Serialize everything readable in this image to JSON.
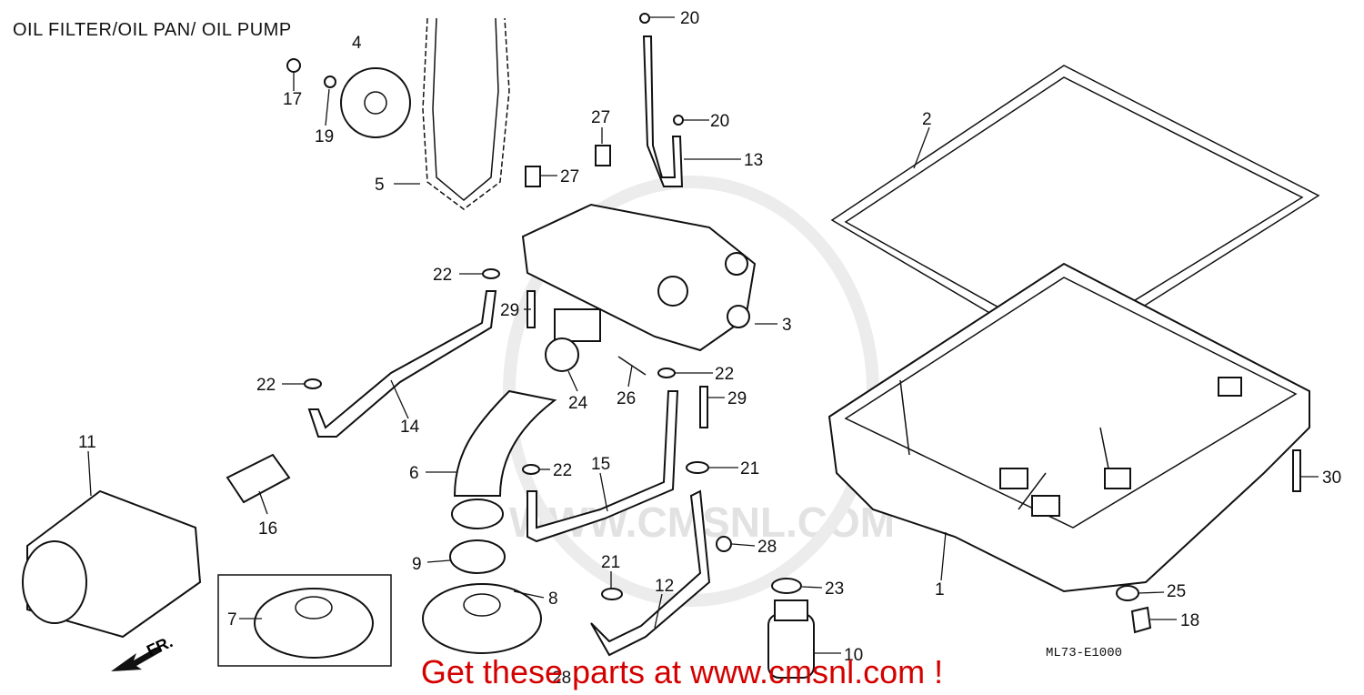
{
  "diagram": {
    "title": "OIL FILTER/OIL PAN/ OIL PUMP",
    "diagram_code": "ML73-E1000",
    "footer": "Get these parts at www.cmsnl.com !",
    "watermark": "WWW.CMSNL.COM",
    "direction_label": "FR.",
    "colors": {
      "footer": "#d40000",
      "line": "#111111",
      "watermark": "#e0e0e0"
    },
    "callouts": [
      {
        "id": "c1",
        "label": "1"
      },
      {
        "id": "c2",
        "label": "2"
      },
      {
        "id": "c3",
        "label": "3"
      },
      {
        "id": "c4",
        "label": "4"
      },
      {
        "id": "c5",
        "label": "5"
      },
      {
        "id": "c6",
        "label": "6"
      },
      {
        "id": "c7",
        "label": "7"
      },
      {
        "id": "c8",
        "label": "8"
      },
      {
        "id": "c9",
        "label": "9"
      },
      {
        "id": "c10",
        "label": "10"
      },
      {
        "id": "c11",
        "label": "11"
      },
      {
        "id": "c12",
        "label": "12"
      },
      {
        "id": "c13",
        "label": "13"
      },
      {
        "id": "c14",
        "label": "14"
      },
      {
        "id": "c15",
        "label": "15"
      },
      {
        "id": "c16",
        "label": "16"
      },
      {
        "id": "c17",
        "label": "17"
      },
      {
        "id": "c18",
        "label": "18"
      },
      {
        "id": "c19",
        "label": "19"
      },
      {
        "id": "c20a",
        "label": "20"
      },
      {
        "id": "c20b",
        "label": "20"
      },
      {
        "id": "c21a",
        "label": "21"
      },
      {
        "id": "c21b",
        "label": "21"
      },
      {
        "id": "c22a",
        "label": "22"
      },
      {
        "id": "c22b",
        "label": "22"
      },
      {
        "id": "c22c",
        "label": "22"
      },
      {
        "id": "c22d",
        "label": "22"
      },
      {
        "id": "c23",
        "label": "23"
      },
      {
        "id": "c24",
        "label": "24"
      },
      {
        "id": "c25",
        "label": "25"
      },
      {
        "id": "c26",
        "label": "26"
      },
      {
        "id": "c27a",
        "label": "27"
      },
      {
        "id": "c27b",
        "label": "27"
      },
      {
        "id": "c28a",
        "label": "28"
      },
      {
        "id": "c28b",
        "label": "28"
      },
      {
        "id": "c29a",
        "label": "29"
      },
      {
        "id": "c29b",
        "label": "29"
      },
      {
        "id": "c30",
        "label": "30"
      }
    ]
  }
}
